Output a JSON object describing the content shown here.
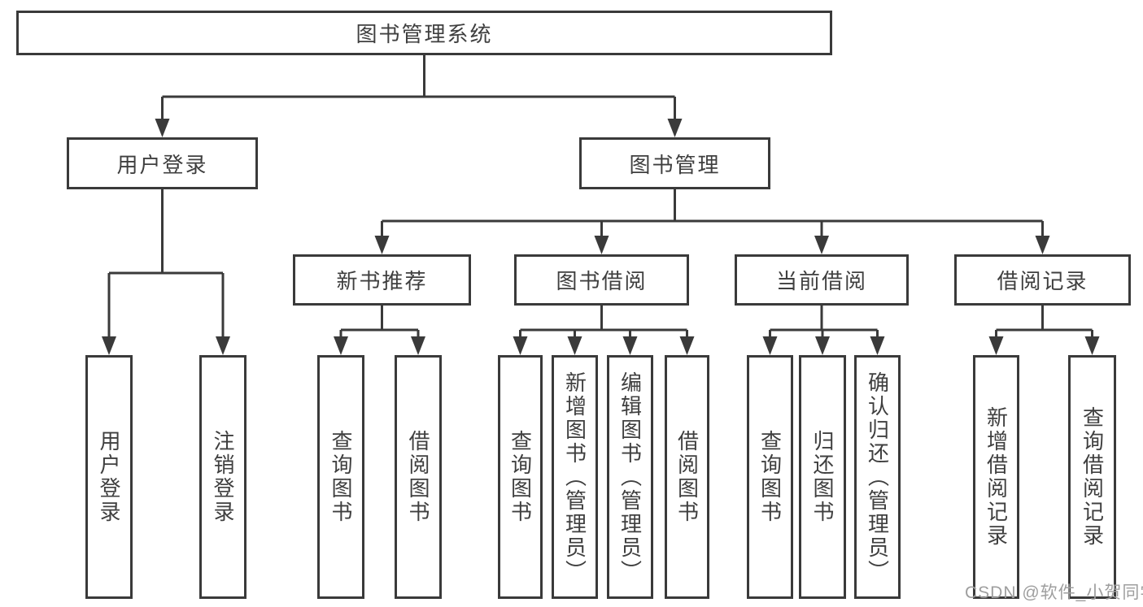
{
  "colors": {
    "line": "#3a3a3a",
    "text": "#3f3f3f",
    "background": "#ffffff",
    "watermark": "#9e9e9e"
  },
  "watermark": {
    "text": "CSDN @软件_小贺同学"
  },
  "tree": {
    "root": {
      "label": "图书管理系统",
      "children": [
        {
          "label": "用户登录",
          "children": [
            {
              "label": "用户登录"
            },
            {
              "label": "注销登录"
            }
          ]
        },
        {
          "label": "图书管理",
          "children": [
            {
              "label": "新书推荐",
              "children": [
                {
                  "label": "查询图书"
                },
                {
                  "label": "借阅图书"
                }
              ]
            },
            {
              "label": "图书借阅",
              "children": [
                {
                  "label": "查询图书"
                },
                {
                  "label": "新增图书（管理员）"
                },
                {
                  "label": "编辑图书（管理员）"
                },
                {
                  "label": "借阅图书"
                }
              ]
            },
            {
              "label": "当前借阅",
              "children": [
                {
                  "label": "查询图书"
                },
                {
                  "label": "归还图书"
                },
                {
                  "label": "确认归还（管理员）"
                }
              ]
            },
            {
              "label": "借阅记录",
              "children": [
                {
                  "label": "新增借阅记录"
                },
                {
                  "label": "查询借阅记录"
                }
              ]
            }
          ]
        }
      ]
    }
  }
}
